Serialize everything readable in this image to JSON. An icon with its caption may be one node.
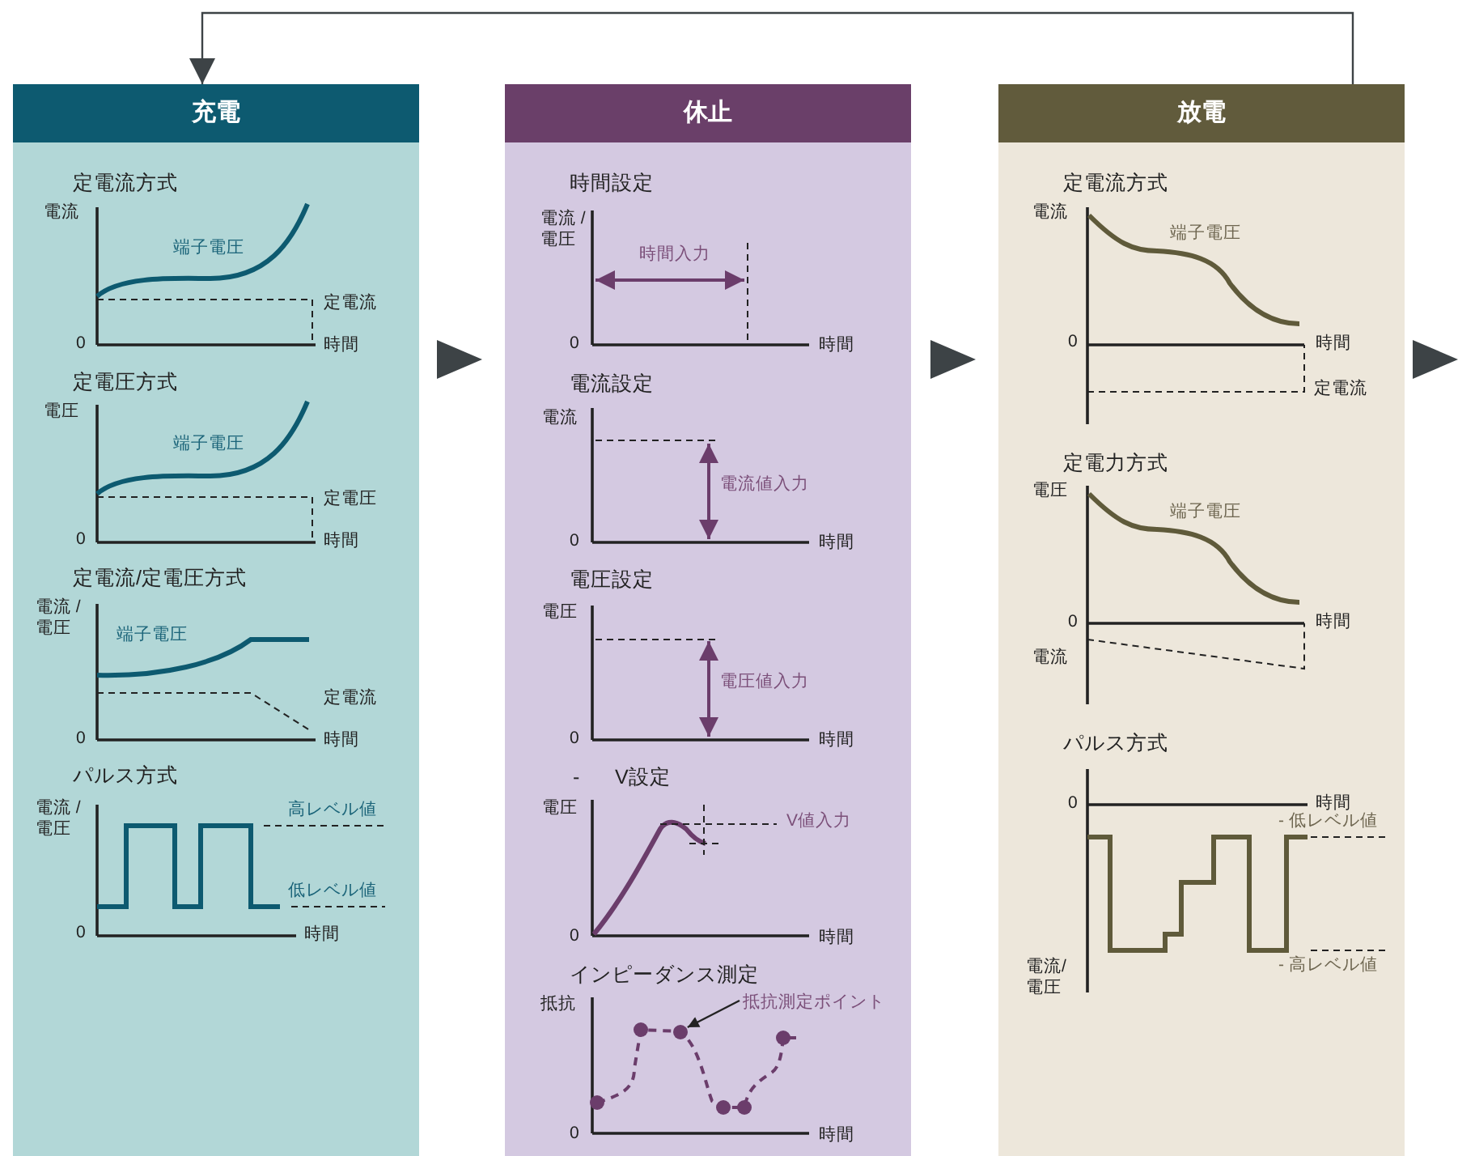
{
  "diagram": {
    "nodes": [
      {
        "text": [
          "充電"
        ]
      },
      {
        "text": [
          "休止"
        ]
      },
      {
        "text": [
          "放電"
        ]
      },
      {
        "text": [
          "抵抗測定ポイント"
        ],
        "in": 1
      },
      {
        "text": [],
        "shape": "circle",
        "in": 1
      }
    ],
    "edges": [
      {
        "from": 0,
        "to": 1,
        "arrow": "to"
      },
      {
        "from": 1,
        "to": 2,
        "arrow": "to"
      },
      {
        "from": 2,
        "to": null,
        "arrow": "to"
      },
      {
        "from": 2,
        "to": 0,
        "arrow": "to"
      },
      {
        "from": 3,
        "to": 4,
        "arrow": "to"
      }
    ],
    "labels": [
      "定電流方式",
      "電流",
      "端子電圧",
      "定電流",
      "0",
      "時間",
      "定電圧方式",
      "電圧",
      "端子電圧",
      "定電圧",
      "0",
      "時間",
      "定電流/定電圧方式",
      "電流 /電圧",
      "端子電圧",
      "定電流",
      "0",
      "時間",
      "パルス方式",
      "電流 /電圧",
      "高レベル値",
      "低レベル値",
      "0",
      "時間",
      "時間設定",
      "電流 /電圧",
      "時間入力",
      "0",
      "時間",
      "電流設定",
      "電流",
      "電流値入力",
      "0",
      "時間",
      "電圧設定",
      "電圧",
      "電圧値入力",
      "0",
      "時間",
      "-",
      "V設定",
      "電圧",
      "V値入力",
      "0",
      "時間",
      "インピーダンス測定",
      "抵抗",
      "0",
      "時間",
      "定電流方式",
      "電流",
      "端子電圧",
      "0",
      "時間",
      "定電流",
      "定電力方式",
      "電圧",
      "端子電圧",
      "0",
      "時間",
      "電流",
      "パルス方式",
      "0",
      "時間",
      "- 低レベル値",
      "- 高レベル値",
      "電流/ 電圧"
    ]
  }
}
